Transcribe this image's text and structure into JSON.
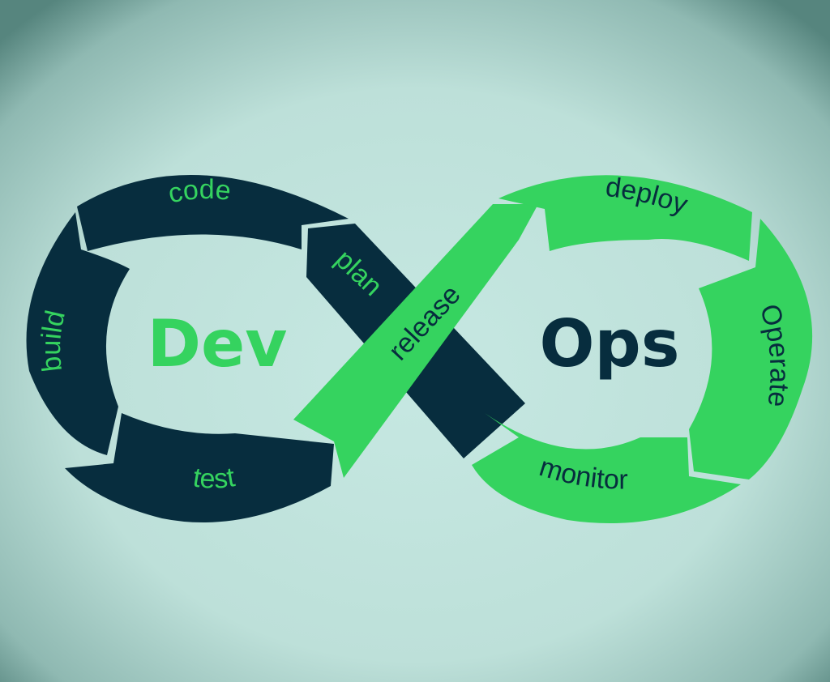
{
  "colors": {
    "background": "#c3e6df",
    "vignette": "#56857e",
    "dark": "#072d3e",
    "green": "#35d35f",
    "gap": "#c3e6df"
  },
  "dev_loop": {
    "center_label": "Dev",
    "segments": [
      "code",
      "plan",
      "build",
      "test"
    ]
  },
  "ops_loop": {
    "center_label": "Ops",
    "segments": [
      "deploy",
      "Operate",
      "monitor"
    ]
  },
  "crossing": {
    "label": "release"
  }
}
